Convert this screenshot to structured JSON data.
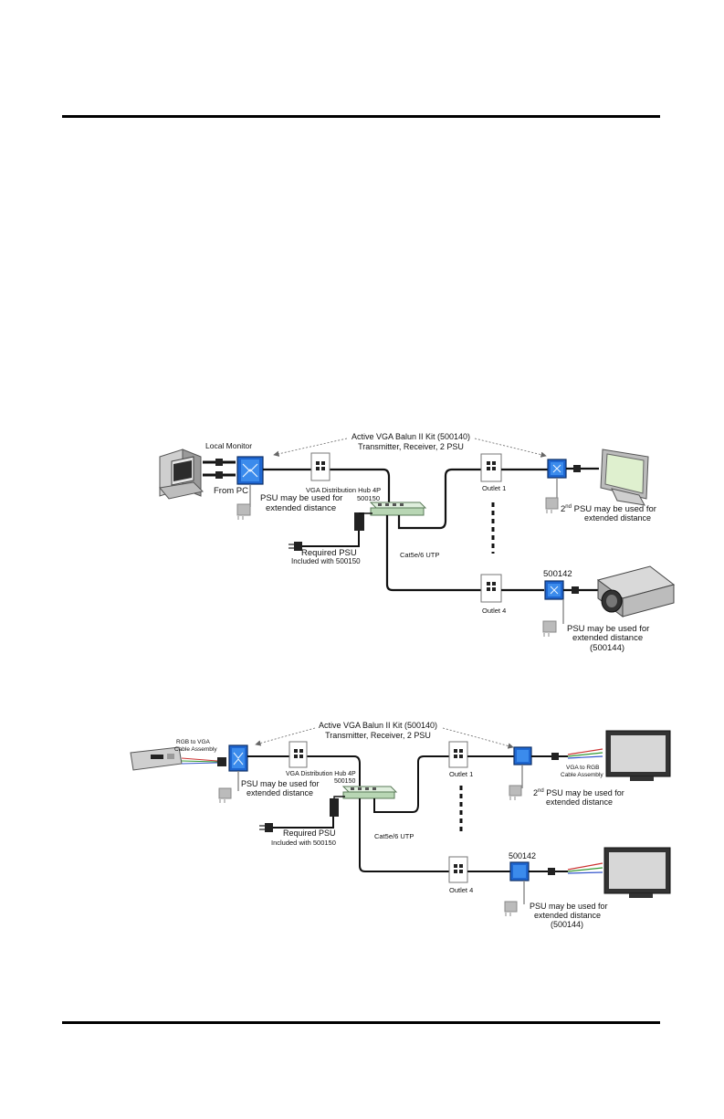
{
  "diagram1": {
    "kit": [
      "Active VGA Balun II Kit (500140)",
      "Transmitter, Receiver, 2 PSU"
    ],
    "local_monitor": "Local Monitor",
    "from_pc": "From PC",
    "hub": [
      "VGA Distribution Hub 4P",
      "500150"
    ],
    "psu_tx": [
      "PSU may be used for",
      "extended distance"
    ],
    "required_psu": [
      "Required PSU",
      "Included with 500150"
    ],
    "cable": "Cat5e/6 UTP",
    "outlet1": "Outlet 1",
    "outlet4": "Outlet 4",
    "psu_rx1": {
      "prefix": "2",
      "sup": "nd",
      "rest": " PSU may be used for",
      "line2": "extended distance"
    },
    "receiver_part": "500142",
    "psu_rx4": [
      "PSU may be used for",
      "extended distance",
      "(500144)"
    ]
  },
  "diagram2": {
    "kit": [
      "Active VGA Balun II Kit (500140)",
      "Transmitter, Receiver, 2 PSU"
    ],
    "rgb_to_vga": [
      "RGB to VGA",
      "Cable Assembly"
    ],
    "hub": [
      "VGA Distribution Hub 4P",
      "500150"
    ],
    "psu_tx": [
      "PSU may be used for",
      "extended distance"
    ],
    "required_psu": [
      "Required PSU",
      "Included with 500150"
    ],
    "cable": "Cat5e/6 UTP",
    "outlet1": "Outlet 1",
    "outlet4": "Outlet 4",
    "vga_to_rgb": [
      "VGA to RGB",
      "Cable Assembly"
    ],
    "psu_rx1": {
      "prefix": "2",
      "sup": "nd",
      "rest": " PSU may be used for",
      "line2": "extended distance"
    },
    "receiver_part": "500142",
    "psu_rx4": [
      "PSU may be used for",
      "extended distance",
      "(500144)"
    ]
  }
}
